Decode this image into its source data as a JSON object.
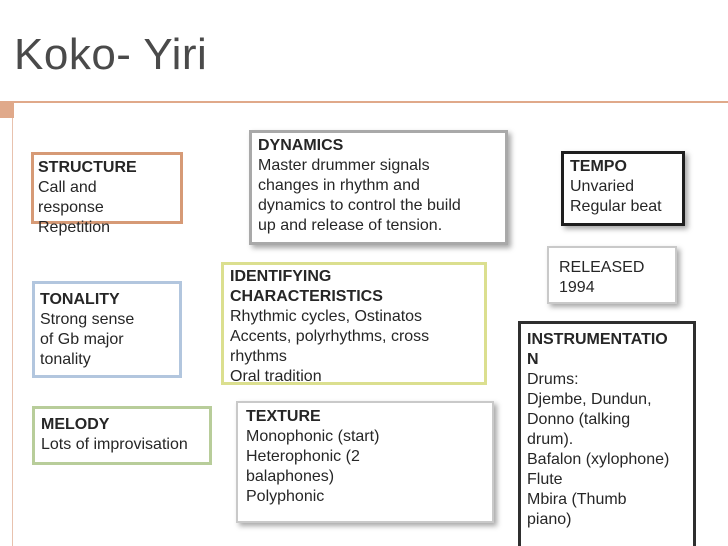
{
  "slide": {
    "title": "Koko- Yiri"
  },
  "boxes": {
    "structure": {
      "head": "STRUCTURE",
      "lines": [
        "Call and",
        "response",
        "Repetition"
      ]
    },
    "dynamics": {
      "head": "DYNAMICS",
      "lines": [
        "Master drummer signals",
        "changes in rhythm and",
        "dynamics to control the build",
        "up and release of tension."
      ]
    },
    "tempo": {
      "head": "TEMPO",
      "lines": [
        "Unvaried",
        "Regular beat"
      ]
    },
    "released": {
      "lines": [
        "RELEASED",
        "1994"
      ]
    },
    "tonality": {
      "head": "TONALITY",
      "lines": [
        "Strong sense",
        "of Gb major",
        "tonality"
      ]
    },
    "identifying": {
      "head_lines": [
        "IDENTIFYING",
        "CHARACTERISTICS"
      ],
      "lines": [
        "Rhythmic cycles, Ostinatos",
        "Accents, polyrhythms, cross",
        "rhythms",
        "Oral tradition"
      ]
    },
    "instrumentation": {
      "head_lines": [
        "INSTRUMENTATIO",
        "N"
      ],
      "lines": [
        "Drums:",
        "Djembe, Dundun,",
        "Donno (talking",
        "drum).",
        "Bafalon (xylophone)",
        "Flute",
        "Mbira (Thumb",
        "piano)"
      ]
    },
    "melody": {
      "head": "MELODY",
      "lines": [
        "Lots of improvisation"
      ]
    },
    "texture": {
      "head": "TEXTURE",
      "lines": [
        "Monophonic (start)",
        "Heterophonic (2",
        "balaphones)",
        "Polyphonic"
      ]
    }
  },
  "colors": {
    "accent": "#e0a98a",
    "structure_border": "#d69a76",
    "dynamics_border": "#a9a9a9",
    "tempo_border": "#1e1e1e",
    "tonality_border": "#b2c6de",
    "identifying_border": "#dbdf8f",
    "instrumentation_border": "#2f2f2f",
    "melody_border": "#b8cd9a",
    "texture_border": "#c9c9c9"
  }
}
